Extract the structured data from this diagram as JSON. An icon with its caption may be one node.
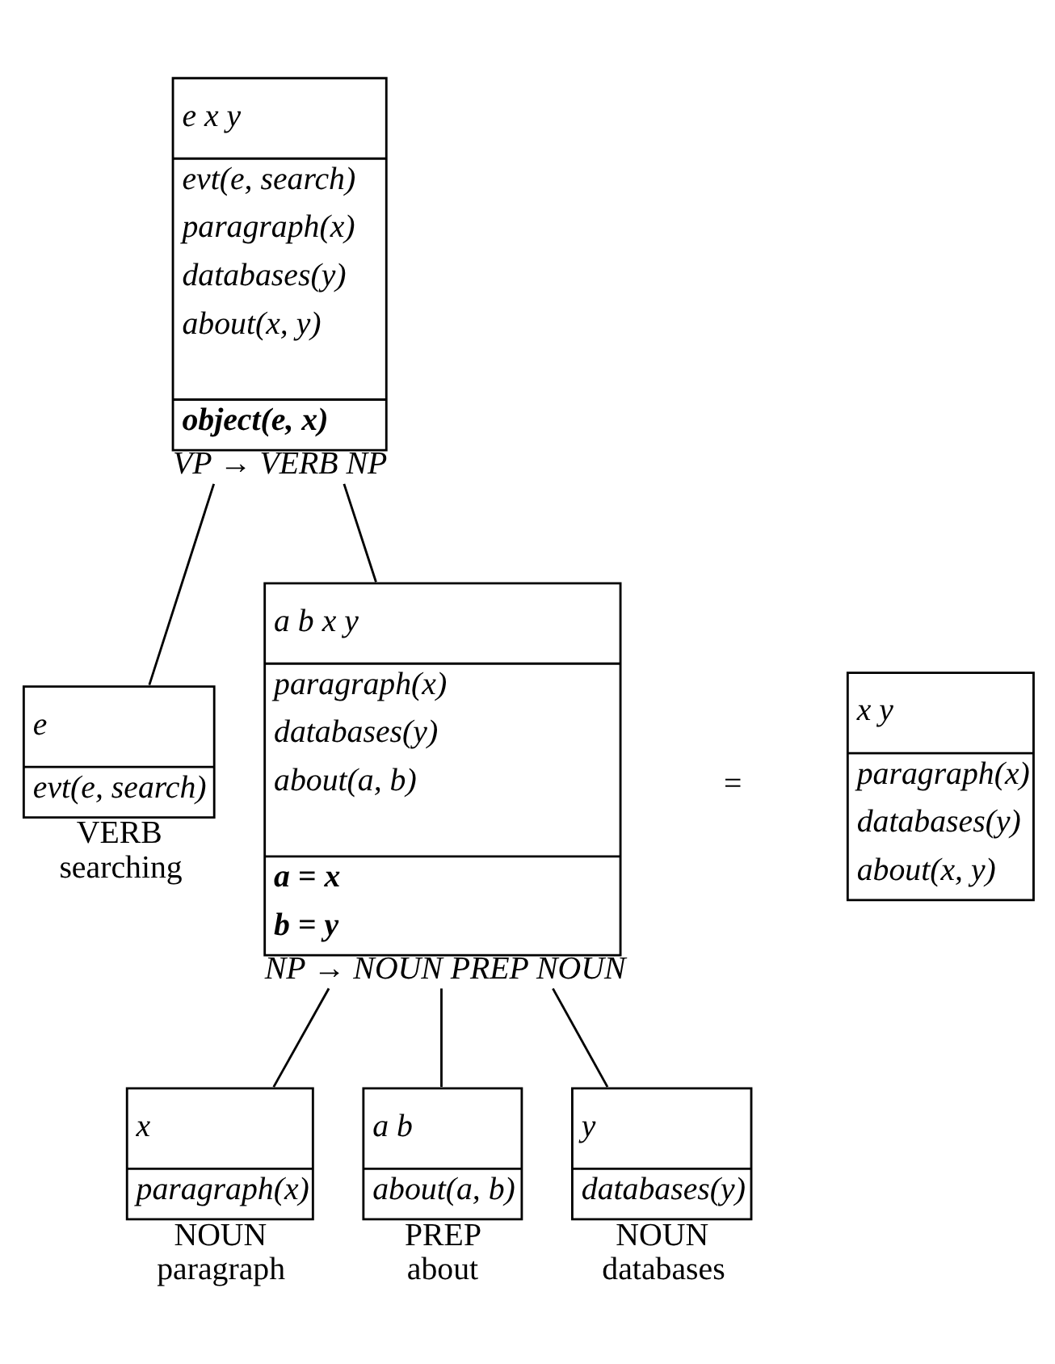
{
  "diagram": {
    "nodes": [
      {
        "text": [
          "e x y",
          "evt(e, search)",
          "paragraph(x)",
          "databases(y)",
          "about(x, y)",
          "object(e, x)"
        ],
        "beside": [
          "VP → VERB NP"
        ]
      },
      {
        "text": [
          "e",
          "evt(e, search)"
        ],
        "beside": [
          "VERB",
          "searching"
        ]
      },
      {
        "text": [
          "a b x y",
          "paragraph(x)",
          "databases(y)",
          "about(a, b)",
          "a = x",
          "b = y"
        ],
        "beside": [
          "NP → NOUN PREP NOUN"
        ]
      },
      {
        "text": [
          "x y",
          "paragraph(x)",
          "databases(y)",
          "about(x, y)"
        ]
      },
      {
        "text": [
          "x",
          "paragraph(x)"
        ],
        "beside": [
          "NOUN",
          "paragraph"
        ]
      },
      {
        "text": [
          "a b",
          "about(a, b)"
        ],
        "beside": [
          "PREP",
          "about"
        ]
      },
      {
        "text": [
          "y",
          "databases(y)"
        ],
        "beside": [
          "NOUN",
          "databases"
        ]
      }
    ],
    "edges": [
      {
        "from": 0,
        "to": 1,
        "arrow": "none"
      },
      {
        "from": 0,
        "to": 2,
        "arrow": "none"
      },
      {
        "from": 2,
        "to": 4,
        "arrow": "none"
      },
      {
        "from": 2,
        "to": 5,
        "arrow": "none"
      },
      {
        "from": 2,
        "to": 6,
        "arrow": "none"
      }
    ],
    "labels": [
      "="
    ]
  }
}
